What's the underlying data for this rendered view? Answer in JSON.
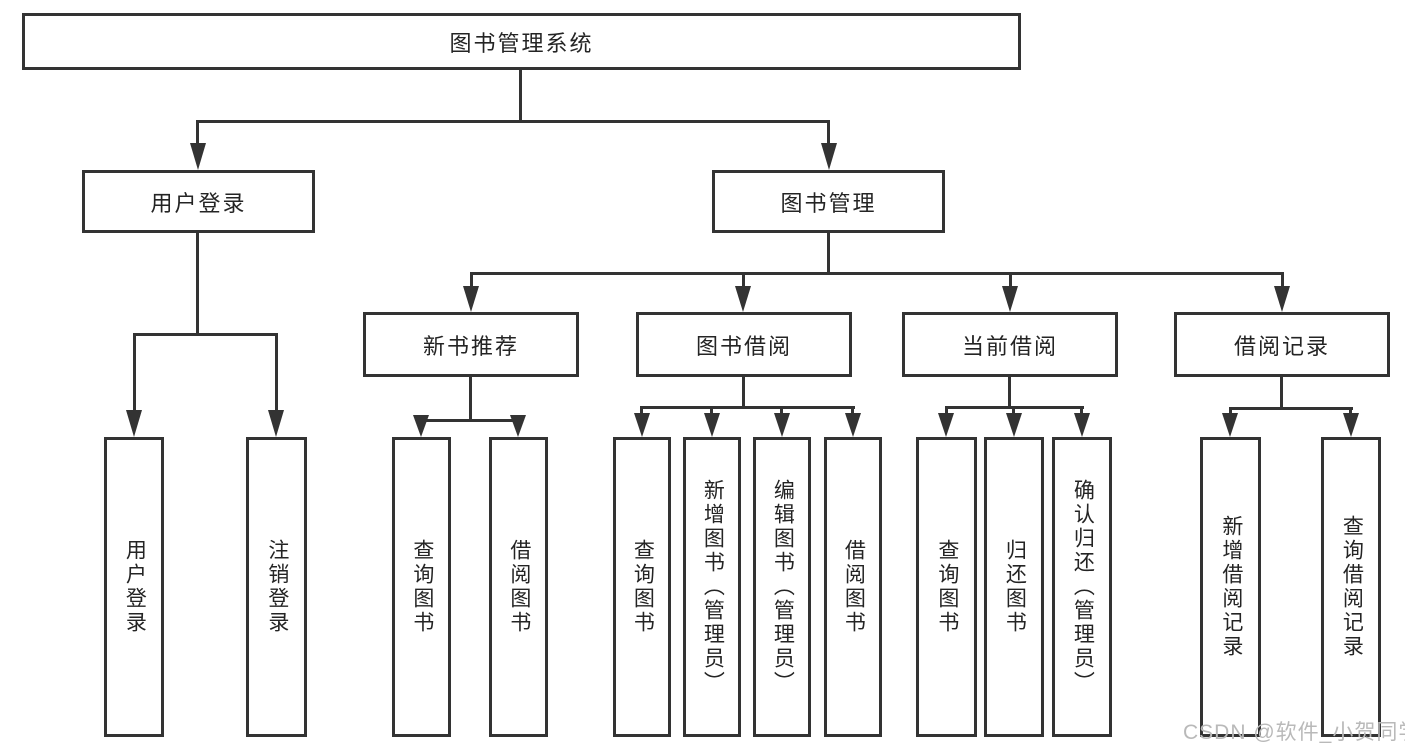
{
  "colors": {
    "line": "#333333",
    "node_border": "#333333",
    "node_text": "#242424",
    "background": "#ffffff",
    "watermark_text": "#b9b9b9"
  },
  "tree": {
    "root": {
      "label": "图书管理系统"
    },
    "level2": [
      {
        "label": "用户登录"
      },
      {
        "label": "图书管理"
      }
    ],
    "level3": [
      {
        "label": "新书推荐",
        "parent": "图书管理"
      },
      {
        "label": "图书借阅",
        "parent": "图书管理"
      },
      {
        "label": "当前借阅",
        "parent": "图书管理"
      },
      {
        "label": "借阅记录",
        "parent": "图书管理"
      }
    ],
    "leaves": [
      {
        "label": "用户登录",
        "parent": "用户登录"
      },
      {
        "label": "注销登录",
        "parent": "用户登录"
      },
      {
        "label": "查询图书",
        "parent": "新书推荐"
      },
      {
        "label": "借阅图书",
        "parent": "新书推荐"
      },
      {
        "label": "查询图书",
        "parent": "图书借阅"
      },
      {
        "label": "新增图书（管理员）",
        "parent": "图书借阅"
      },
      {
        "label": "编辑图书（管理员）",
        "parent": "图书借阅"
      },
      {
        "label": "借阅图书",
        "parent": "图书借阅"
      },
      {
        "label": "查询图书",
        "parent": "当前借阅"
      },
      {
        "label": "归还图书",
        "parent": "当前借阅"
      },
      {
        "label": "确认归还（管理员）",
        "parent": "当前借阅"
      },
      {
        "label": "新增借阅记录",
        "parent": "借阅记录"
      },
      {
        "label": "查询借阅记录",
        "parent": "借阅记录"
      }
    ]
  },
  "watermark": {
    "text": "CSDN @软件_小贺同学"
  }
}
